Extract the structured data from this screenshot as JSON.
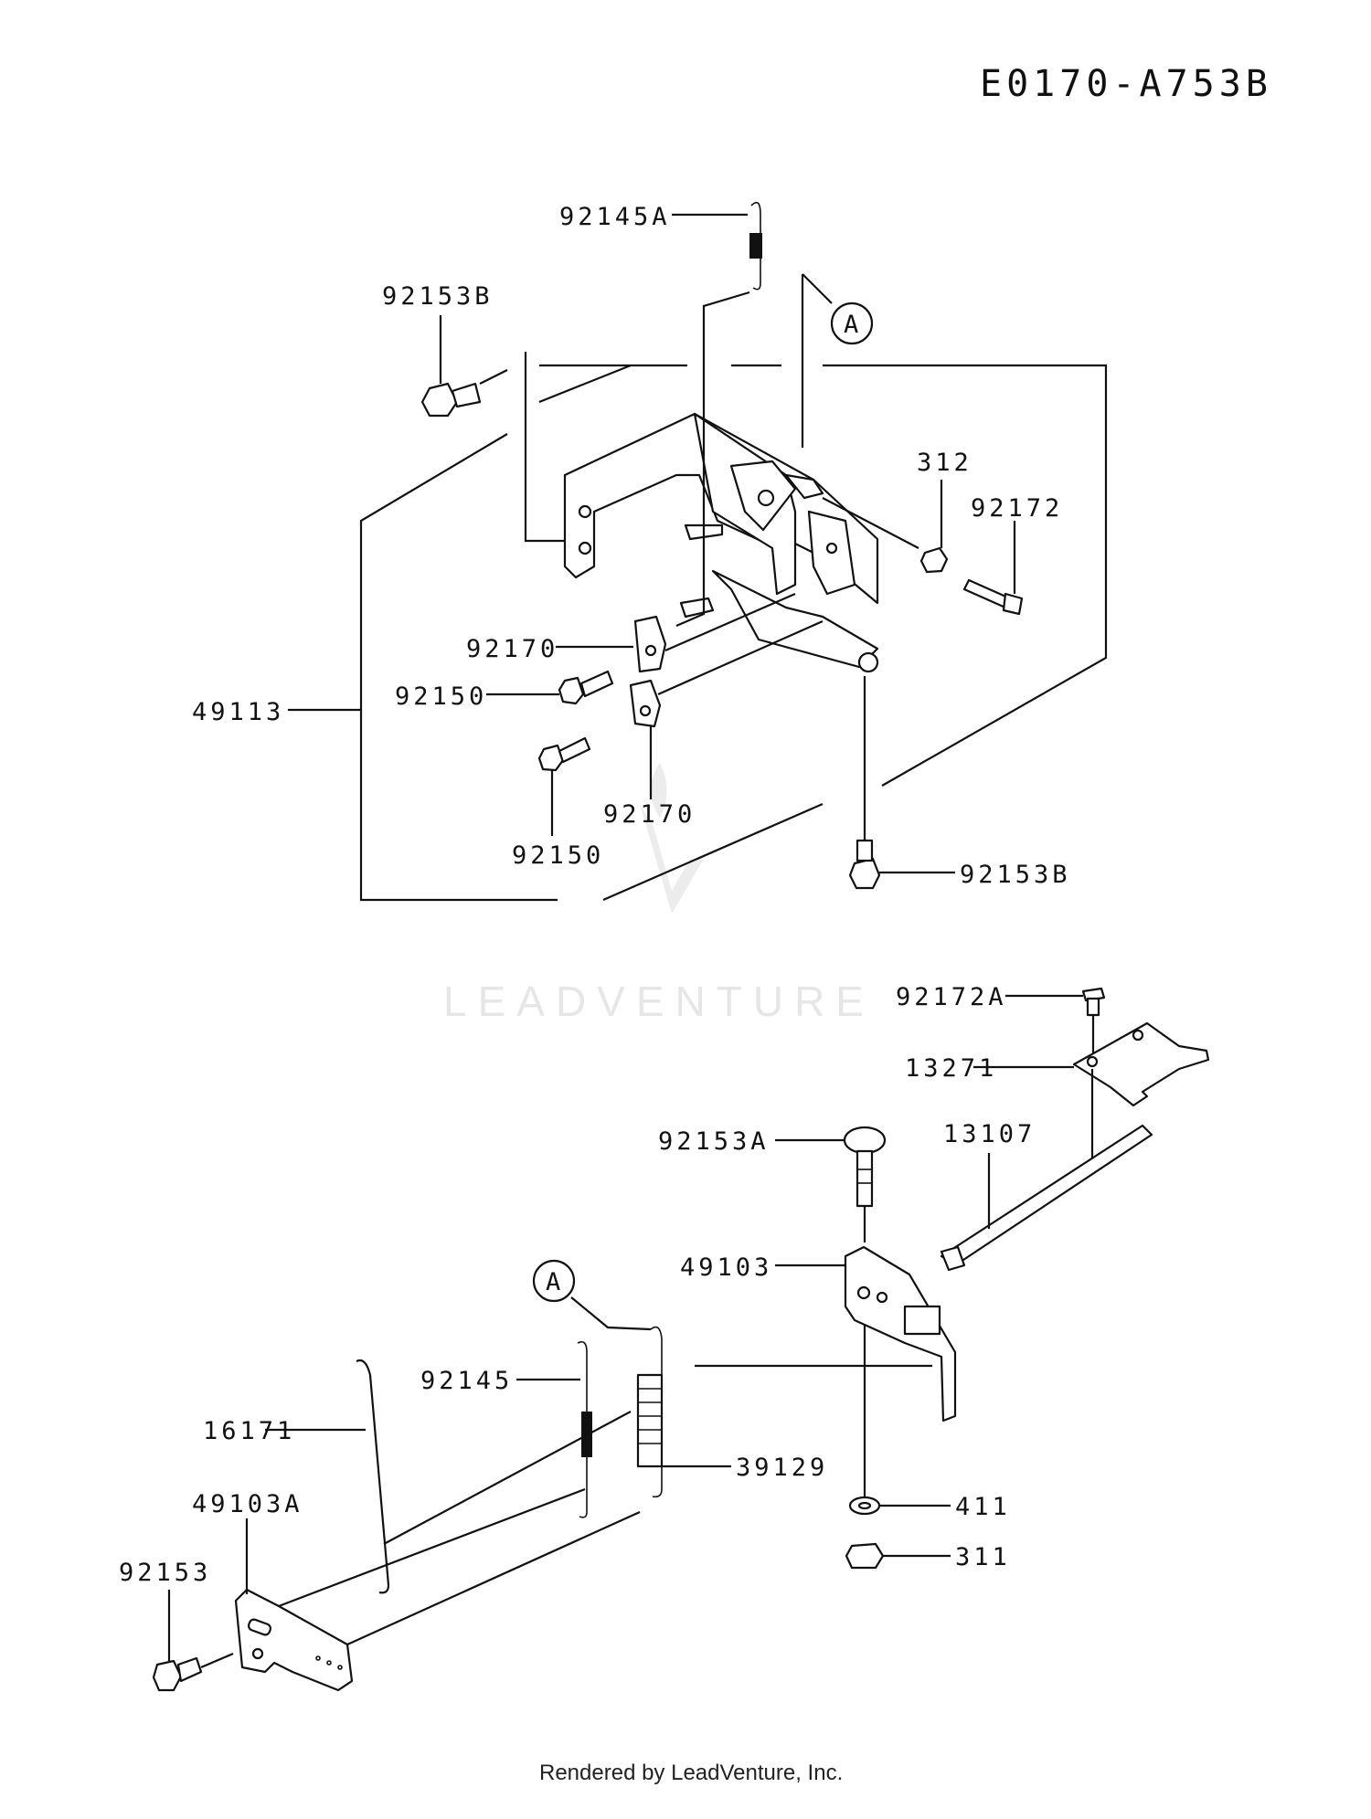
{
  "diagram_code": "E0170-A753B",
  "footer": "Rendered by LeadVenture, Inc.",
  "watermark": "LEADVENTURE",
  "callout_letter": "A",
  "labels": {
    "p92145A": "92145A",
    "p92153B_top": "92153B",
    "p312": "312",
    "p92172": "92172",
    "p92170_a": "92170",
    "p92150_a": "92150",
    "p49113": "49113",
    "p92170_b": "92170",
    "p92150_b": "92150",
    "p92153B_bot": "92153B",
    "p92172A": "92172A",
    "p13271": "13271",
    "p92153A": "92153A",
    "p13107": "13107",
    "p49103": "49103",
    "p92145": "92145",
    "p16171": "16171",
    "p39129": "39129",
    "p49103A": "49103A",
    "p411": "411",
    "p92153": "92153",
    "p311": "311"
  }
}
